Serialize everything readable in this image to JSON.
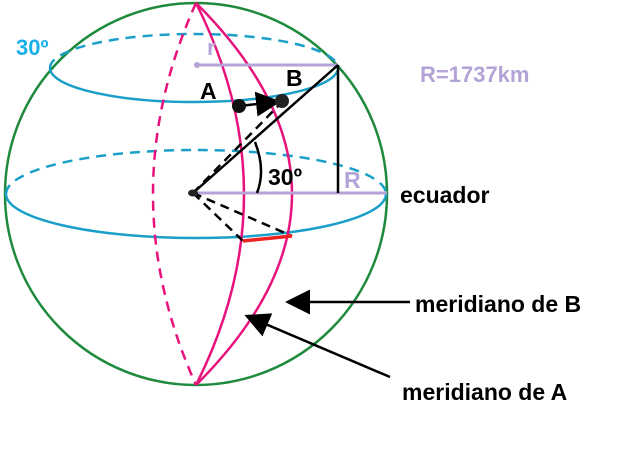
{
  "labels": {
    "lat_angle": "30º",
    "r": "r",
    "A": "A",
    "B": "B",
    "radius_value": "R=1737km",
    "center_angle": "30º",
    "R": "R",
    "equator": "ecuador",
    "meridian_b": "meridiano de B",
    "meridian_a": "meridiano de A"
  },
  "colors": {
    "sphere": "#1f8a3c",
    "latitude": "#1aa0c8",
    "meridian": "#e8127c",
    "radius": "#b3a3d6",
    "arc": "#ee2222",
    "label_blue": "#1ab0e8"
  }
}
